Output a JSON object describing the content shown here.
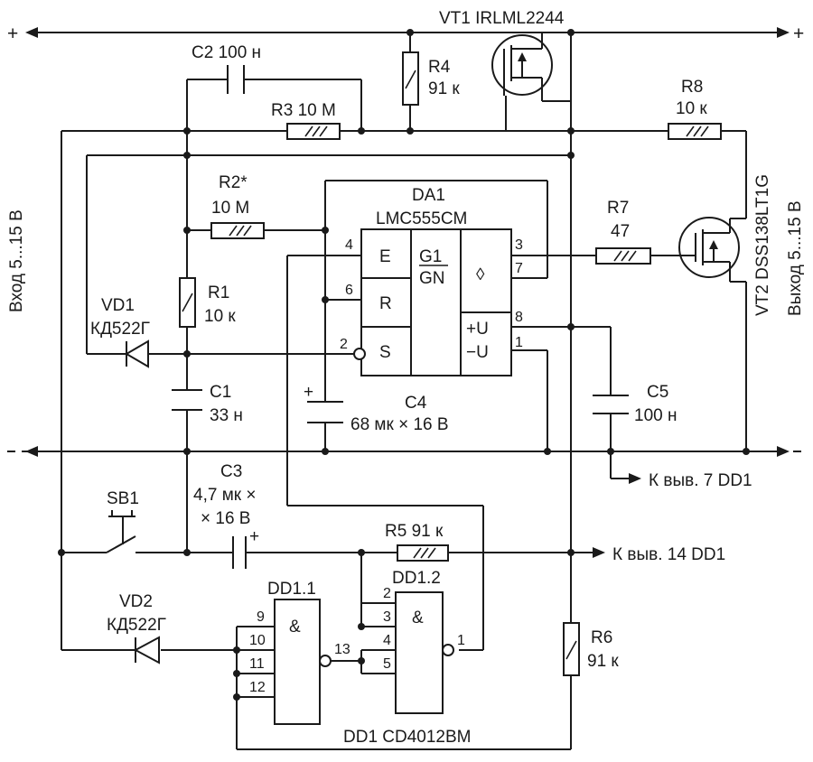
{
  "rails": {
    "plus_left": "+",
    "plus_right": "+",
    "minus_left": "−",
    "minus_right": "−"
  },
  "labels": {
    "vt1": "VT1 IRLML2244",
    "c2": "C2 100 н",
    "r4_name": "R4",
    "r4_value": "91 к",
    "r3": "R3 10 М",
    "r8_name": "R8",
    "r8_value": "10 к",
    "vt2": "VT2 DSS138LT1G",
    "output": "Выход 5...15 В",
    "input": "Вход 5...15 В",
    "r2_name": "R2*",
    "r2_value": "10 М",
    "da1_name": "DA1",
    "da1_type": "LMC555CM",
    "r7_name": "R7",
    "r7_value": "47",
    "r1_name": "R1",
    "r1_value": "10 к",
    "vd1_name": "VD1",
    "vd1_type": "КД522Г",
    "c1_name": "C1",
    "c1_value": "33 н",
    "c4_name": "C4",
    "c4_value": "68 мк × 16 В",
    "c5_name": "C5",
    "c5_value": "100 н",
    "to_dd1_pin7": "К выв. 7 DD1",
    "c3_name": "C3",
    "c3_value1": "4,7 мк ×",
    "c3_value2": "× 16 В",
    "sb1": "SB1",
    "r5": "R5 91 к",
    "to_dd1_pin14": "К выв. 14 DD1",
    "dd11": "DD1.1",
    "dd12": "DD1.2",
    "vd2_name": "VD2",
    "vd2_type": "КД522Г",
    "r6_name": "R6",
    "r6_value": "91 к",
    "dd1": "DD1 CD4012BM",
    "c4_plus": "+",
    "c3_plus": "+"
  },
  "timer": {
    "cells": {
      "e": "E",
      "r": "R",
      "s": "S",
      "g1": "G1",
      "gn": "GN",
      "out_symbol": "◊",
      "vplus": "+U",
      "vminus": "−U"
    },
    "pins": {
      "p4": "4",
      "p6": "6",
      "p2": "2",
      "p3": "3",
      "p7": "7",
      "p8": "8",
      "p1": "1"
    }
  },
  "gates": {
    "symbol": "&",
    "dd11_pins": {
      "p9": "9",
      "p10": "10",
      "p11": "11",
      "p12": "12",
      "p13": "13"
    },
    "dd12_pins": {
      "p2": "2",
      "p3": "3",
      "p4": "4",
      "p5": "5",
      "p1": "1"
    }
  }
}
